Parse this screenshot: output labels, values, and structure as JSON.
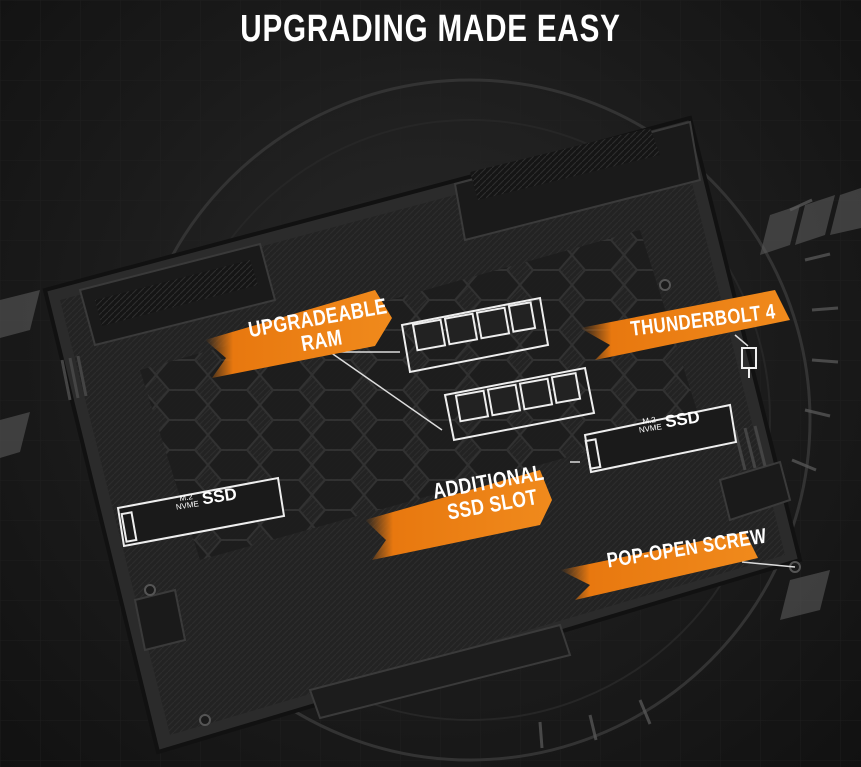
{
  "headline": "UPGRADING MADE EASY",
  "callouts": {
    "ram": [
      "UPGRADEABLE",
      "RAM"
    ],
    "thunderbolt": "THUNDERBOLT 4",
    "ssd_slot": [
      "ADDITIONAL",
      "SSD SLOT"
    ],
    "screw": "POP-OPEN SCREW"
  },
  "ssd_module": {
    "size": "M.2",
    "type": "NVME",
    "label": "SSD"
  },
  "colors": {
    "accent": "#e8780f",
    "chassis": "#2b2b2b",
    "text": "#ffffff"
  }
}
